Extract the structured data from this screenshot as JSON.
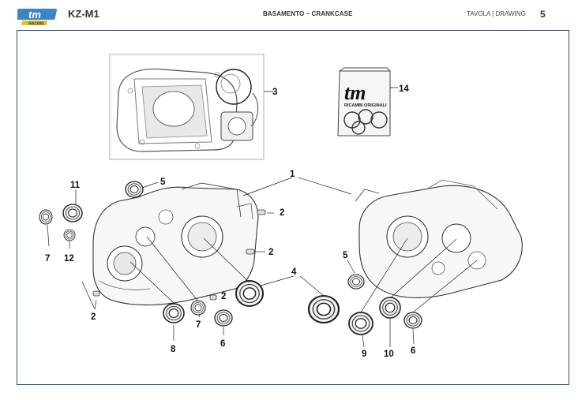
{
  "header": {
    "model": "KZ-M1",
    "section": "BASAMENTO – CRANKCASE",
    "drawing_label": "TAVOLA | DRAWING",
    "page_number": "5"
  },
  "logo": {
    "brand": "tm",
    "subtext": "RACING"
  },
  "kit_box": {
    "brand": "tm",
    "caption": "RICAMBI ORIGINALI"
  },
  "callouts": {
    "c1": "1",
    "c2a": "2",
    "c2b": "2",
    "c2c": "2",
    "c2d": "2",
    "c3": "3",
    "c4": "4",
    "c5a": "5",
    "c5b": "5",
    "c6a": "6",
    "c6b": "6",
    "c7a": "7",
    "c7b": "7",
    "c8": "8",
    "c9": "9",
    "c10": "10",
    "c11": "11",
    "c12": "12",
    "c14": "14"
  },
  "colors": {
    "frame_border": "#1f4d7a",
    "logo_blue": "#3a84c8",
    "logo_yellow": "#e5c22b"
  }
}
